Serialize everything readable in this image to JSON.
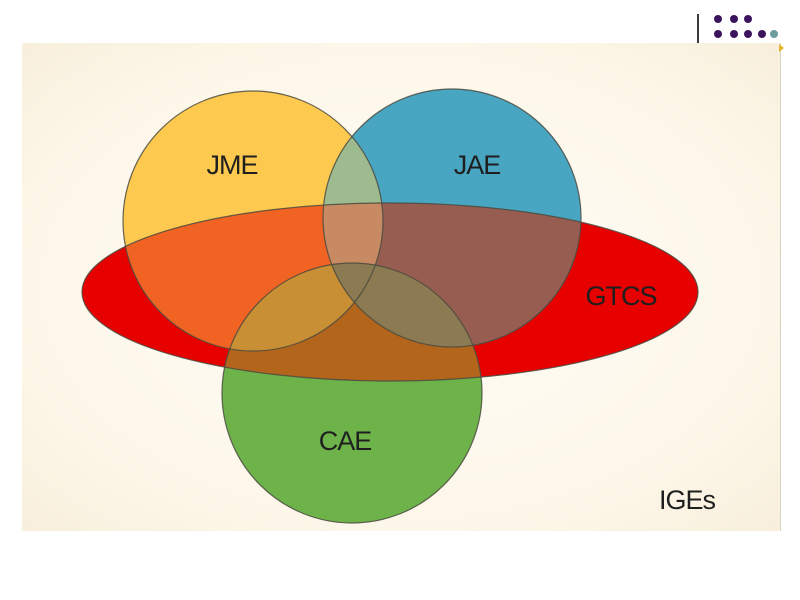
{
  "diagram": {
    "sets": [
      {
        "label": "JME",
        "color": "#fdc94f"
      },
      {
        "label": "JAE",
        "color": "#49a6c2"
      },
      {
        "label": "GTCS",
        "color": "#e60000"
      },
      {
        "label": "CAE",
        "color": "#6db34a"
      }
    ],
    "outer_label": "IGEs",
    "overlap_colors": {
      "jme_gtcs": "#f06322",
      "jme_jae": "#9dbb8e",
      "jme_jae_gtcs": "#c78a63",
      "jae_gtcs": "#975d50",
      "cae_gtcs": "#b3651c",
      "jme_cae_gtcs": "#c98f34",
      "jae_cae_gtcs": "#8b7a52"
    }
  },
  "header": {
    "dot_colors": [
      "#3c145e",
      "#3c145e",
      "#3c145e",
      "#3c145e",
      "#3c145e",
      "#3c145e",
      "#3c145e",
      "#6d9c9c"
    ]
  }
}
